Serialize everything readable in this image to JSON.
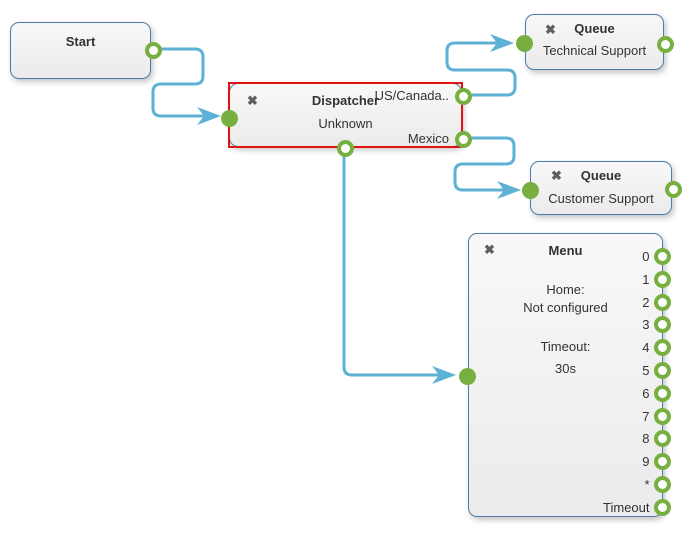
{
  "colors": {
    "port_green": "#77b041",
    "connector_blue": "#5cb1d4",
    "selection_red": "#e01313",
    "node_border": "#4e7ca6"
  },
  "icons": {
    "delete": "✖"
  },
  "nodes": {
    "start": {
      "title": "Start"
    },
    "dispatcher": {
      "title": "Dispatcher",
      "subtitle": "Unknown",
      "selected": true,
      "outputs": [
        "US/Canada..",
        "Mexico"
      ]
    },
    "queue_technical": {
      "title": "Queue",
      "subtitle": "Technical Support"
    },
    "queue_customer": {
      "title": "Queue",
      "subtitle": "Customer Support"
    },
    "menu": {
      "title": "Menu",
      "fields": [
        {
          "label": "Home:",
          "value": "Not configured"
        },
        {
          "label": "Timeout:",
          "value": "30s"
        }
      ],
      "ports": [
        "0",
        "1",
        "2",
        "3",
        "4",
        "5",
        "6",
        "7",
        "8",
        "9",
        "*",
        "Timeout"
      ]
    }
  }
}
